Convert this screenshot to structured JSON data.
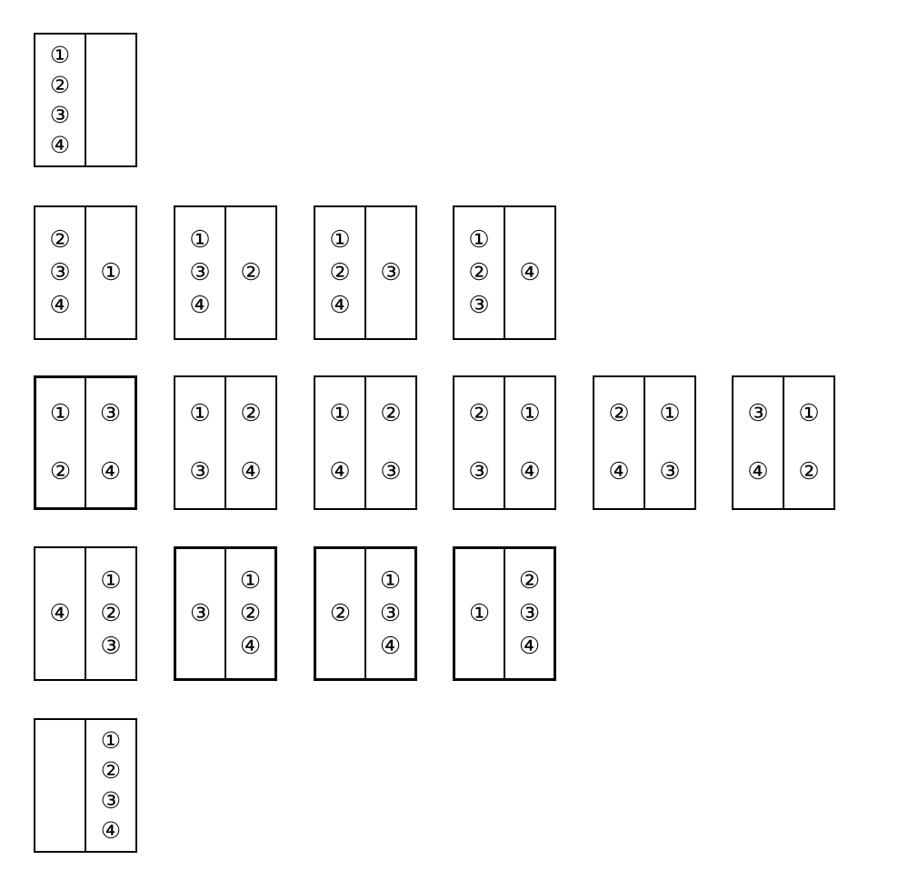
{
  "rows": [
    [
      {
        "left": [
          "①",
          "②",
          "③",
          "④"
        ],
        "right": []
      }
    ],
    [
      {
        "left": [
          "②",
          "③",
          "④"
        ],
        "right": [
          "①"
        ]
      },
      {
        "left": [
          "①",
          "③",
          "④"
        ],
        "right": [
          "②"
        ]
      },
      {
        "left": [
          "①",
          "②",
          "④"
        ],
        "right": [
          "③"
        ]
      },
      {
        "left": [
          "①",
          "②",
          "③"
        ],
        "right": [
          "④"
        ]
      }
    ],
    [
      {
        "left": [
          "①",
          "②"
        ],
        "right": [
          "③",
          "④"
        ]
      },
      {
        "left": [
          "①",
          "③"
        ],
        "right": [
          "②",
          "④"
        ]
      },
      {
        "left": [
          "①",
          "④"
        ],
        "right": [
          "②",
          "③"
        ]
      },
      {
        "left": [
          "②",
          "③"
        ],
        "right": [
          "①",
          "④"
        ]
      },
      {
        "left": [
          "②",
          "④"
        ],
        "right": [
          "①",
          "③"
        ]
      },
      {
        "left": [
          "③",
          "④"
        ],
        "right": [
          "①",
          "②"
        ]
      }
    ],
    [
      {
        "left": [
          "④"
        ],
        "right": [
          "①",
          "②",
          "③"
        ]
      },
      {
        "left": [
          "③"
        ],
        "right": [
          "①",
          "②",
          "④"
        ]
      },
      {
        "left": [
          "②"
        ],
        "right": [
          "①",
          "③",
          "④"
        ]
      },
      {
        "left": [
          "①"
        ],
        "right": [
          "②",
          "③",
          "④"
        ]
      }
    ],
    [
      {
        "left": [],
        "right": [
          "①",
          "②",
          "③",
          "④"
        ]
      }
    ]
  ]
}
